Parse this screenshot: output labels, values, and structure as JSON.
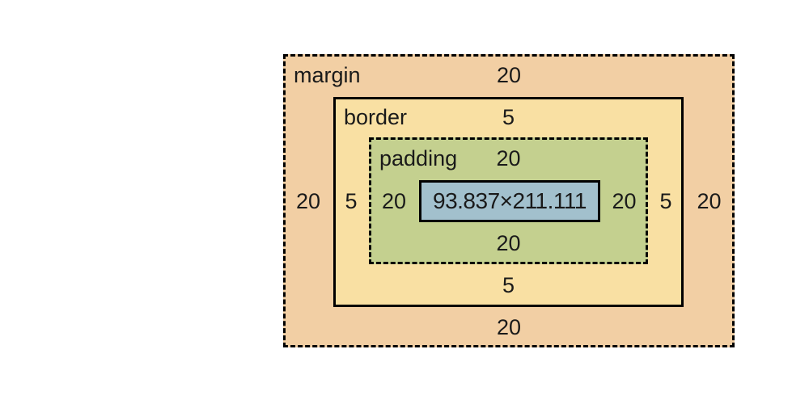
{
  "box_model": {
    "margin": {
      "label": "margin",
      "values": {
        "top": "20",
        "right": "20",
        "bottom": "20",
        "left": "20"
      }
    },
    "border": {
      "label": "border",
      "values": {
        "top": "5",
        "right": "5",
        "bottom": "5",
        "left": "5"
      }
    },
    "padding": {
      "label": "padding",
      "values": {
        "top": "20",
        "right": "20",
        "bottom": "20",
        "left": "20"
      }
    },
    "content": {
      "dimensions": "93.837×211.111"
    }
  },
  "colors": {
    "margin_bg": "#f2cfa4",
    "border_bg": "#f9e0a3",
    "padding_bg": "#c4d08f",
    "content_bg": "#a2c0cd",
    "stroke": "#000000",
    "text": "#1a1a1a",
    "canvas": "#ffffff"
  }
}
